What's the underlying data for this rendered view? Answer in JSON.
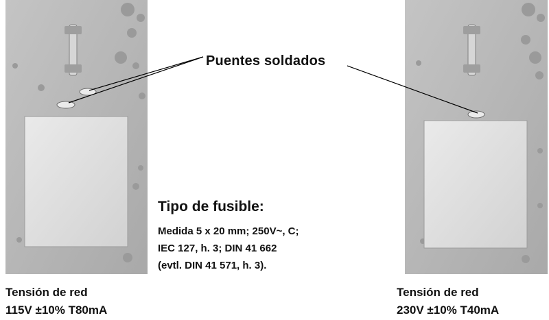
{
  "callout_label": "Puentes soldados",
  "fuse": {
    "title": "Tipo de fusible:",
    "lines": [
      "Medida 5 x 20 mm; 250V~, C;",
      "IEC 127, h. 3; DIN 41 662",
      "(evtl. DIN 41 571, h. 3)."
    ]
  },
  "left_board": {
    "caption_line1": "Tensión de red",
    "caption_line2": "115V ±10% T80mA"
  },
  "right_board": {
    "caption_line1": "Tensión de red",
    "caption_line2": "230V ±10% T40mA"
  },
  "colors": {
    "board": "#b3b3b3",
    "transformer": "#e2e2e2",
    "text": "#111111"
  }
}
